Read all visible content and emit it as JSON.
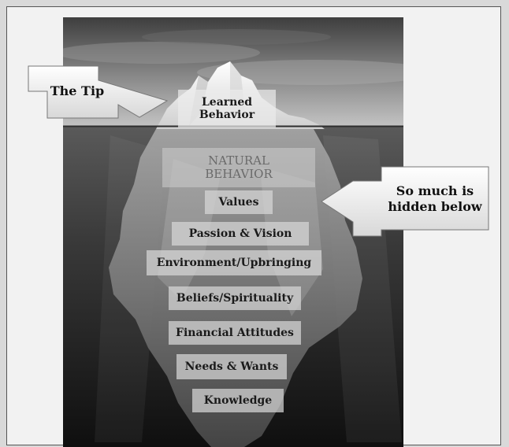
{
  "callouts": {
    "tip": "The Tip",
    "hidden": "So much is\nhidden below"
  },
  "layers": {
    "learned_behavior": "Learned\nBehavior",
    "natural_behavior": "NATURAL\nBEHAVIOR",
    "values": "Values",
    "passion_vision": "Passion & Vision",
    "environment_upbringing": "Environment/Upbringing",
    "beliefs_spirituality": "Beliefs/Spirituality",
    "financial_attitudes": "Financial Attitudes",
    "needs_wants": "Needs & Wants",
    "knowledge": "Knowledge"
  },
  "colors": {
    "sky_top": "#4a4a4a",
    "sky_bottom": "#b5b5b5",
    "water_top": "#5c5c5c",
    "water_bottom": "#121212",
    "ice": "#e8e8e8"
  }
}
